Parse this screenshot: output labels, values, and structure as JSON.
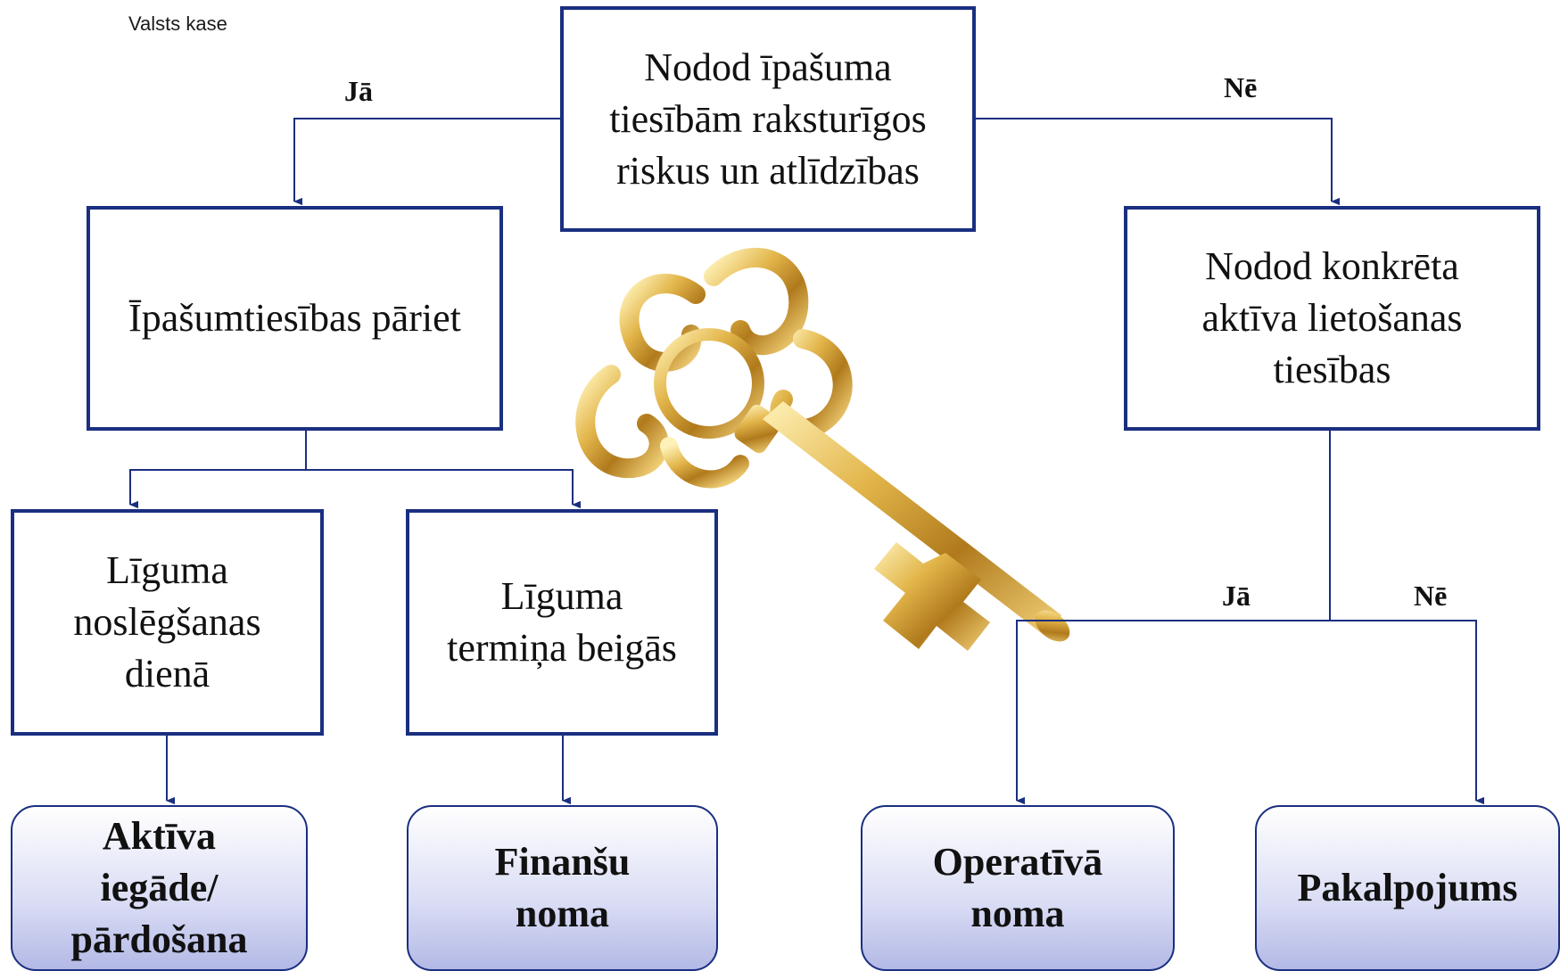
{
  "header": {
    "logo_text": "Valsts kase"
  },
  "diagram": {
    "root": "Nodod īpašuma\ntiesībām raksturīgos\nriskus un atlīdzības",
    "left_node": "Īpašumtiesības pāriet",
    "right_node": "Nodod konkrēta\naktīva lietošanas\ntiesības",
    "contract_date_node": "Līguma\nnoslēgšanas\ndienā",
    "term_end_node": "Līguma\ntermiņa beigās",
    "outcomes": {
      "asset_purchase": "Aktīva\niegāde/\npārdošana",
      "finance_lease": "Finanšu\nnoma",
      "operating_lease": "Operatīvā\nnoma",
      "service": "Pakalpojums"
    },
    "branch_labels": {
      "root_yes": "Jā",
      "root_no": "Nē",
      "right_yes": "Jā",
      "right_no": "Nē"
    }
  },
  "image": {
    "icon": "golden-key-icon"
  },
  "colors": {
    "line": "#1a2f80",
    "box_border": "#1a2f80",
    "outcome_fill": "#c4c8ec",
    "key_gold": "#d9a93a"
  }
}
